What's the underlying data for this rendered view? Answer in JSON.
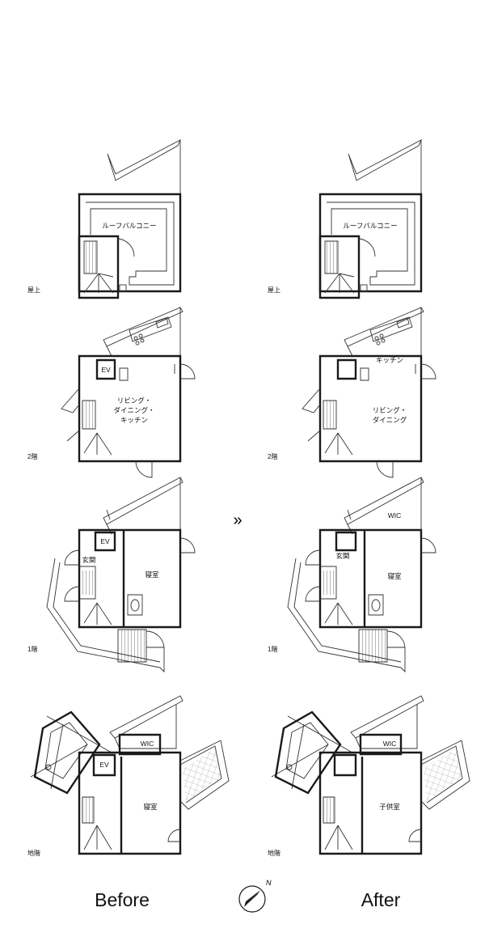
{
  "before": {
    "roof": {
      "floor": "屋上",
      "balcony": "ルーフバルコニー"
    },
    "second": {
      "floor": "2階",
      "ev": "EV",
      "ldk": [
        "リビング・",
        "ダイニング・",
        "キッチン"
      ]
    },
    "first": {
      "floor": "1階",
      "ev": "EV",
      "entrance": "玄関",
      "bedroom": "寝室"
    },
    "basement": {
      "floor": "地階",
      "ev": "EV",
      "wic": "WIC",
      "bedroom": "寝室"
    }
  },
  "after": {
    "roof": {
      "floor": "屋上",
      "balcony": "ルーフバルコニー"
    },
    "second": {
      "floor": "2階",
      "kitchen": "キッチン",
      "ld": [
        "リビング・",
        "ダイニング"
      ]
    },
    "first": {
      "floor": "1階",
      "wic": "WIC",
      "entrance": "玄関",
      "bedroom": "寝室"
    },
    "basement": {
      "floor": "地階",
      "wic": "WIC",
      "kids_room": "子供室"
    }
  },
  "arrow": "»",
  "compass_label": "N",
  "caption_before": "Before",
  "caption_after": "After",
  "colors": {
    "line": "#1a1a1a",
    "hatch": "#888888",
    "background": "#ffffff"
  }
}
